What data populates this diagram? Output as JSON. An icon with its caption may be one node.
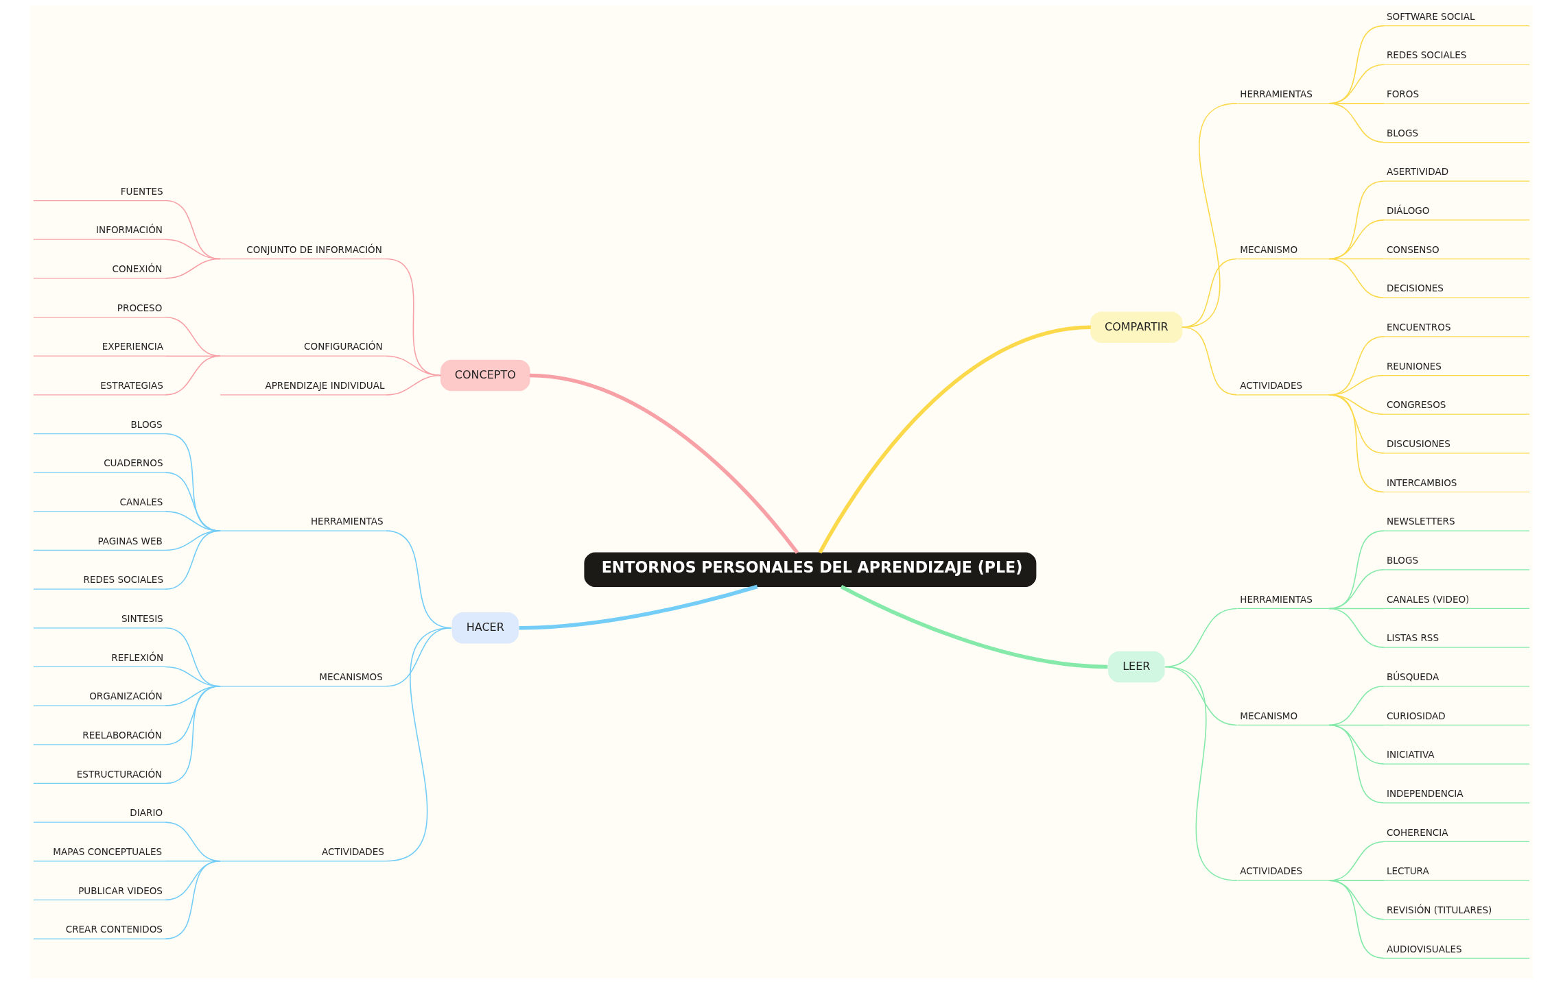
{
  "diagram": {
    "nodes": [
      {
        "text": [
          "ENTORNOS PERSONALES DEL APRENDIZAJE (PLE)"
        ]
      },
      {
        "text": [
          "CONCEPTO"
        ]
      },
      {
        "text": [
          "CONJUNTO DE INFORMACIÓN"
        ]
      },
      {
        "text": [
          "FUENTES"
        ]
      },
      {
        "text": [
          "INFORMACIÓN"
        ]
      },
      {
        "text": [
          "CONEXIÓN"
        ]
      },
      {
        "text": [
          "CONFIGURACIÓN"
        ]
      },
      {
        "text": [
          "PROCESO"
        ]
      },
      {
        "text": [
          "EXPERIENCIA"
        ]
      },
      {
        "text": [
          "ESTRATEGIAS"
        ]
      },
      {
        "text": [
          "APRENDIZAJE INDIVIDUAL"
        ]
      },
      {
        "text": [
          "HACER"
        ]
      },
      {
        "text": [
          "HERRAMIENTAS"
        ]
      },
      {
        "text": [
          "BLOGS"
        ]
      },
      {
        "text": [
          "CUADERNOS"
        ]
      },
      {
        "text": [
          "CANALES"
        ]
      },
      {
        "text": [
          "PAGINAS WEB"
        ]
      },
      {
        "text": [
          "REDES SOCIALES"
        ]
      },
      {
        "text": [
          "MECANISMOS"
        ]
      },
      {
        "text": [
          "SINTESIS"
        ]
      },
      {
        "text": [
          "REFLEXIÓN"
        ]
      },
      {
        "text": [
          "ORGANIZACIÓN"
        ]
      },
      {
        "text": [
          "REELABORACIÓN"
        ]
      },
      {
        "text": [
          "ESTRUCTURACIÓN"
        ]
      },
      {
        "text": [
          "ACTIVIDADES"
        ]
      },
      {
        "text": [
          "DIARIO"
        ]
      },
      {
        "text": [
          "MAPAS CONCEPTUALES"
        ]
      },
      {
        "text": [
          "PUBLICAR VIDEOS"
        ]
      },
      {
        "text": [
          "CREAR CONTENIDOS"
        ]
      },
      {
        "text": [
          "COMPARTIR"
        ]
      },
      {
        "text": [
          "HERRAMIENTAS"
        ]
      },
      {
        "text": [
          "SOFTWARE SOCIAL"
        ]
      },
      {
        "text": [
          "REDES SOCIALES"
        ]
      },
      {
        "text": [
          "FOROS"
        ]
      },
      {
        "text": [
          "BLOGS"
        ]
      },
      {
        "text": [
          "MECANISMO"
        ]
      },
      {
        "text": [
          "ASERTIVIDAD"
        ]
      },
      {
        "text": [
          "DIÁLOGO"
        ]
      },
      {
        "text": [
          "CONSENSO"
        ]
      },
      {
        "text": [
          "DECISIONES"
        ]
      },
      {
        "text": [
          "ACTIVIDADES"
        ]
      },
      {
        "text": [
          "ENCUENTROS"
        ]
      },
      {
        "text": [
          "REUNIONES"
        ]
      },
      {
        "text": [
          "CONGRESOS"
        ]
      },
      {
        "text": [
          "DISCUSIONES"
        ]
      },
      {
        "text": [
          "INTERCAMBIOS"
        ]
      },
      {
        "text": [
          "LEER"
        ]
      },
      {
        "text": [
          "HERRAMIENTAS"
        ]
      },
      {
        "text": [
          "NEWSLETTERS"
        ]
      },
      {
        "text": [
          "BLOGS"
        ]
      },
      {
        "text": [
          "CANALES (VIDEO)"
        ]
      },
      {
        "text": [
          "LISTAS RSS"
        ]
      },
      {
        "text": [
          "MECANISMO"
        ]
      },
      {
        "text": [
          "BÚSQUEDA"
        ]
      },
      {
        "text": [
          "CURIOSIDAD"
        ]
      },
      {
        "text": [
          "INICIATIVA"
        ]
      },
      {
        "text": [
          "INDEPENDENCIA"
        ]
      },
      {
        "text": [
          "ACTIVIDADES"
        ]
      },
      {
        "text": [
          "COHERENCIA"
        ]
      },
      {
        "text": [
          "LECTURA"
        ]
      },
      {
        "text": [
          "REVISIÓN (TITULARES)"
        ]
      },
      {
        "text": [
          "AUDIOVISUALES"
        ]
      }
    ],
    "edges": [
      {
        "from": 1,
        "to": 0,
        "arrow": "none",
        "style": "thick",
        "color": "#f7a1a7"
      },
      {
        "from": 2,
        "to": 1,
        "arrow": "none",
        "color": "#f7a1a7"
      },
      {
        "from": 3,
        "to": 2,
        "arrow": "none",
        "color": "#f7a1a7"
      },
      {
        "from": 4,
        "to": 2,
        "arrow": "none",
        "color": "#f7a1a7"
      },
      {
        "from": 5,
        "to": 2,
        "arrow": "none",
        "color": "#f7a1a7"
      },
      {
        "from": 6,
        "to": 1,
        "arrow": "none",
        "color": "#f7a1a7"
      },
      {
        "from": 7,
        "to": 6,
        "arrow": "none",
        "color": "#f7a1a7"
      },
      {
        "from": 8,
        "to": 6,
        "arrow": "none",
        "color": "#f7a1a7"
      },
      {
        "from": 9,
        "to": 6,
        "arrow": "none",
        "color": "#f7a1a7"
      },
      {
        "from": 10,
        "to": 1,
        "arrow": "none",
        "color": "#f7a1a7"
      },
      {
        "from": 11,
        "to": 0,
        "arrow": "none",
        "style": "thick",
        "color": "#74cdf7"
      },
      {
        "from": 12,
        "to": 11,
        "arrow": "none",
        "color": "#74cdf7"
      },
      {
        "from": 13,
        "to": 12,
        "arrow": "none",
        "color": "#74cdf7"
      },
      {
        "from": 14,
        "to": 12,
        "arrow": "none",
        "color": "#74cdf7"
      },
      {
        "from": 15,
        "to": 12,
        "arrow": "none",
        "color": "#74cdf7"
      },
      {
        "from": 16,
        "to": 12,
        "arrow": "none",
        "color": "#74cdf7"
      },
      {
        "from": 17,
        "to": 12,
        "arrow": "none",
        "color": "#74cdf7"
      },
      {
        "from": 18,
        "to": 11,
        "arrow": "none",
        "color": "#74cdf7"
      },
      {
        "from": 19,
        "to": 18,
        "arrow": "none",
        "color": "#74cdf7"
      },
      {
        "from": 20,
        "to": 18,
        "arrow": "none",
        "color": "#74cdf7"
      },
      {
        "from": 21,
        "to": 18,
        "arrow": "none",
        "color": "#74cdf7"
      },
      {
        "from": 22,
        "to": 18,
        "arrow": "none",
        "color": "#74cdf7"
      },
      {
        "from": 23,
        "to": 18,
        "arrow": "none",
        "color": "#74cdf7"
      },
      {
        "from": 24,
        "to": 11,
        "arrow": "none",
        "color": "#74cdf7"
      },
      {
        "from": 25,
        "to": 24,
        "arrow": "none",
        "color": "#74cdf7"
      },
      {
        "from": 26,
        "to": 24,
        "arrow": "none",
        "color": "#74cdf7"
      },
      {
        "from": 27,
        "to": 24,
        "arrow": "none",
        "color": "#74cdf7"
      },
      {
        "from": 28,
        "to": 24,
        "arrow": "none",
        "color": "#74cdf7"
      },
      {
        "from": 0,
        "to": 29,
        "arrow": "none",
        "style": "thick",
        "color": "#fbd94b"
      },
      {
        "from": 29,
        "to": 30,
        "arrow": "none",
        "color": "#fbd94b"
      },
      {
        "from": 30,
        "to": 31,
        "arrow": "none",
        "color": "#fbd94b"
      },
      {
        "from": 30,
        "to": 32,
        "arrow": "none",
        "color": "#fbd94b"
      },
      {
        "from": 30,
        "to": 33,
        "arrow": "none",
        "color": "#fbd94b"
      },
      {
        "from": 30,
        "to": 34,
        "arrow": "none",
        "color": "#fbd94b"
      },
      {
        "from": 29,
        "to": 35,
        "arrow": "none",
        "color": "#fbd94b"
      },
      {
        "from": 35,
        "to": 36,
        "arrow": "none",
        "color": "#fbd94b"
      },
      {
        "from": 35,
        "to": 37,
        "arrow": "none",
        "color": "#fbd94b"
      },
      {
        "from": 35,
        "to": 38,
        "arrow": "none",
        "color": "#fbd94b"
      },
      {
        "from": 35,
        "to": 39,
        "arrow": "none",
        "color": "#fbd94b"
      },
      {
        "from": 29,
        "to": 40,
        "arrow": "none",
        "color": "#fbd94b"
      },
      {
        "from": 40,
        "to": 41,
        "arrow": "none",
        "color": "#fbd94b"
      },
      {
        "from": 40,
        "to": 42,
        "arrow": "none",
        "color": "#fbd94b"
      },
      {
        "from": 40,
        "to": 43,
        "arrow": "none",
        "color": "#fbd94b"
      },
      {
        "from": 40,
        "to": 44,
        "arrow": "none",
        "color": "#fbd94b"
      },
      {
        "from": 40,
        "to": 45,
        "arrow": "none",
        "color": "#fbd94b"
      },
      {
        "from": 0,
        "to": 46,
        "arrow": "none",
        "style": "thick",
        "color": "#84e9a9"
      },
      {
        "from": 46,
        "to": 47,
        "arrow": "none",
        "color": "#84e9a9"
      },
      {
        "from": 47,
        "to": 48,
        "arrow": "none",
        "color": "#84e9a9"
      },
      {
        "from": 47,
        "to": 49,
        "arrow": "none",
        "color": "#84e9a9"
      },
      {
        "from": 47,
        "to": 50,
        "arrow": "none",
        "color": "#84e9a9"
      },
      {
        "from": 47,
        "to": 51,
        "arrow": "none",
        "color": "#84e9a9"
      },
      {
        "from": 46,
        "to": 52,
        "arrow": "none",
        "color": "#84e9a9"
      },
      {
        "from": 52,
        "to": 53,
        "arrow": "none",
        "color": "#84e9a9"
      },
      {
        "from": 52,
        "to": 54,
        "arrow": "none",
        "color": "#84e9a9"
      },
      {
        "from": 52,
        "to": 55,
        "arrow": "none",
        "color": "#84e9a9"
      },
      {
        "from": 52,
        "to": 56,
        "arrow": "none",
        "color": "#84e9a9"
      },
      {
        "from": 46,
        "to": 57,
        "arrow": "none",
        "color": "#84e9a9"
      },
      {
        "from": 57,
        "to": 58,
        "arrow": "none",
        "color": "#84e9a9"
      },
      {
        "from": 57,
        "to": 59,
        "arrow": "none",
        "color": "#84e9a9"
      },
      {
        "from": 57,
        "to": 60,
        "arrow": "none",
        "color": "#84e9a9"
      },
      {
        "from": 57,
        "to": 61,
        "arrow": "none",
        "color": "#84e9a9"
      }
    ]
  }
}
